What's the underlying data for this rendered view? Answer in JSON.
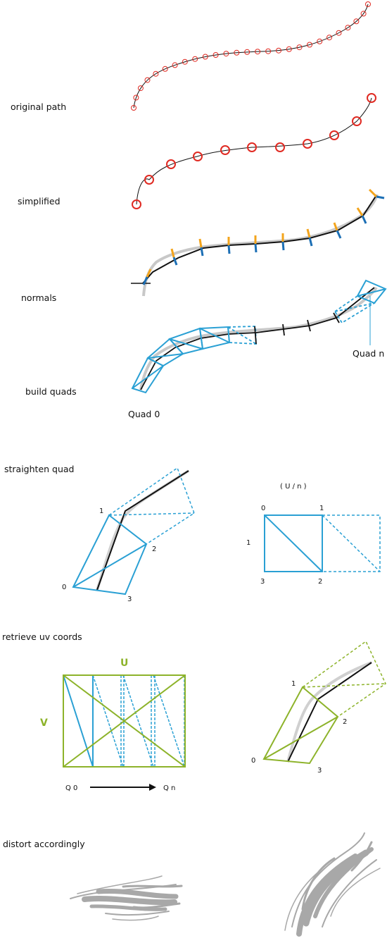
{
  "labels": {
    "original_path": "original path",
    "simplified": "simplified",
    "normals": "normals",
    "build_quads": "build quads",
    "quad_0": "Quad 0",
    "quad_n": "Quad n",
    "straighten_quad": "straighten quad",
    "u_over_n": "( U / n )",
    "retrieve_uv": "retrieve uv coords",
    "u": "U",
    "v": "V",
    "q0": "Q 0",
    "qn": "Q n",
    "distort": "distort accordingly"
  },
  "vertex_numbers": {
    "left_quad": [
      "0",
      "1",
      "2",
      "3"
    ],
    "straight_quad": [
      "0",
      "1",
      "1",
      "2",
      "3"
    ],
    "green_quad": [
      "0",
      "1",
      "2",
      "3"
    ]
  },
  "colors": {
    "path_red": "#e02a22",
    "quad_blue": "#2aa0d4",
    "uv_green": "#8db32a",
    "normal_orange": "#f3a41c",
    "normal_blue": "#1c6fb5",
    "stroke_grey": "#a8a8a8"
  }
}
